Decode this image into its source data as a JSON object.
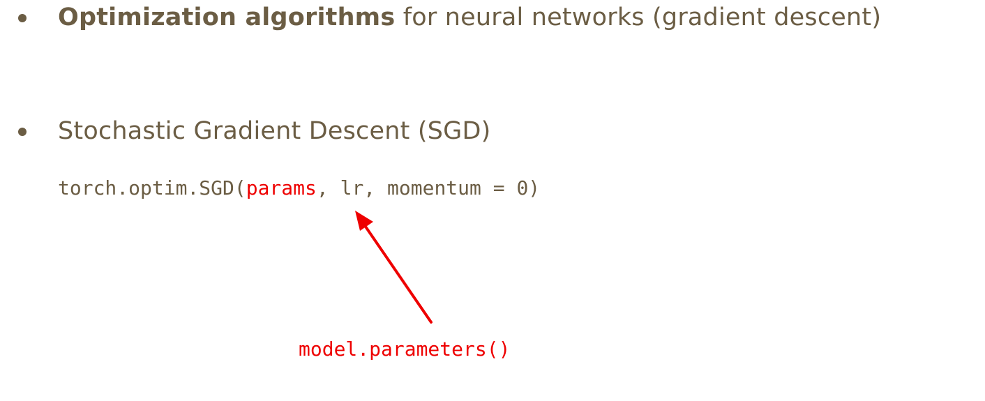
{
  "bullet1": {
    "bold_text": "Optimization algorithms",
    "rest_text": " for neural networks (gradient descent)"
  },
  "bullet2": {
    "text": "Stochastic Gradient Descent (SGD)"
  },
  "code_line": {
    "prefix": "torch.optim.SGD(",
    "highlight": "params",
    "suffix": ", lr, momentum = 0)"
  },
  "annotation": {
    "text": "model.parameters()",
    "color": "#ee0000"
  },
  "colors": {
    "text": "#6b5d44",
    "accent": "#ee0000"
  }
}
